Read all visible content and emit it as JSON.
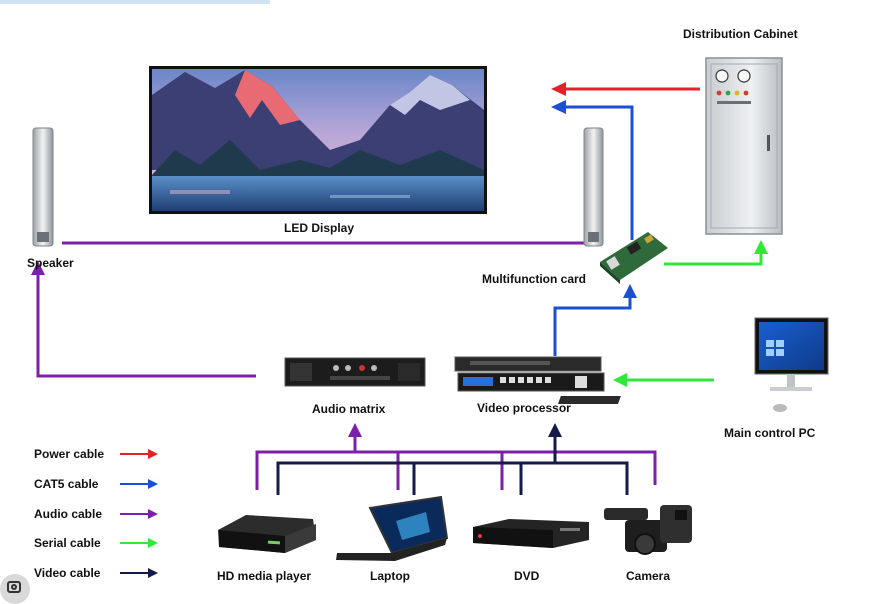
{
  "labels": {
    "distribution_cabinet": "Distribution Cabinet",
    "led_display": "LED Display",
    "speaker": "Speaker",
    "multifunction_card": "Multifunction card",
    "audio_matrix": "Audio matrix",
    "video_processor": "Video processor",
    "main_control_pc": "Main control PC",
    "hd_media_player": "HD media player",
    "laptop": "Laptop",
    "dvd": "DVD",
    "camera": "Camera"
  },
  "legend": [
    {
      "label": "Power cable",
      "color": "#e8202a"
    },
    {
      "label": "CAT5 cable",
      "color": "#1a4fd6"
    },
    {
      "label": "Audio cable",
      "color": "#7d1fa8"
    },
    {
      "label": "Serial cable",
      "color": "#2fe83a"
    },
    {
      "label": "Video cable",
      "color": "#141a4a"
    }
  ],
  "colors": {
    "power": "#e8202a",
    "cat5": "#1a4fd6",
    "audio": "#7d1fa8",
    "serial": "#2fe83a",
    "video": "#141a4a"
  },
  "icons": {
    "lens": "google-lens-icon"
  }
}
